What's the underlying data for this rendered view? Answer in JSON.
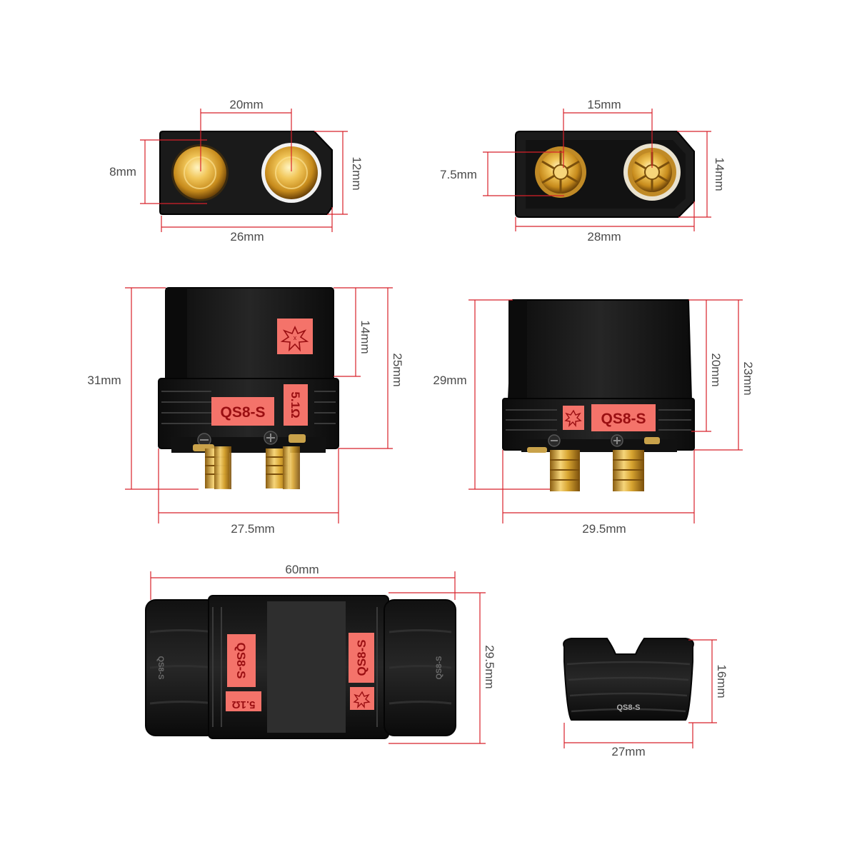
{
  "colors": {
    "dimension_line": "#d8212a",
    "dimension_text": "#4a4a4a",
    "housing_black": "#1c1c1c",
    "housing_edge": "#050505",
    "label_red": "#f4736a",
    "label_text": "#9a0f12",
    "gold": "#d8a531",
    "gold_dark": "#8a5d10",
    "background": "#ffffff"
  },
  "dimensions": {
    "female_front": {
      "pitch": "20mm",
      "pin_dia": "8mm",
      "height": "12mm",
      "width": "26mm"
    },
    "male_front": {
      "pitch": "15mm",
      "pin_dia": "7.5mm",
      "height": "14mm",
      "width": "28mm"
    },
    "female_side": {
      "total_height": "31mm",
      "upper_height": "14mm",
      "body_height": "25mm",
      "width": "27.5mm"
    },
    "male_side": {
      "total_height": "29mm",
      "upper_height": "20mm",
      "body_height": "23mm",
      "width": "29.5mm"
    },
    "mated_pair": {
      "length": "60mm",
      "height": "29.5mm"
    },
    "cap": {
      "height": "16mm",
      "width": "27mm"
    }
  },
  "labels": {
    "model": "QS8-S",
    "resistor": "5.1Ω",
    "mated_model_a": "QS8-S",
    "mated_model_b": "QS8-S",
    "mated_resistor": "5.1Ω",
    "side_emboss_left": "QS8-S",
    "side_emboss_right": "QS8-S",
    "cap_emboss": "QS8-S"
  },
  "icons": {
    "spark": "spark-icon",
    "plus": "plus-icon",
    "minus": "minus-icon"
  }
}
